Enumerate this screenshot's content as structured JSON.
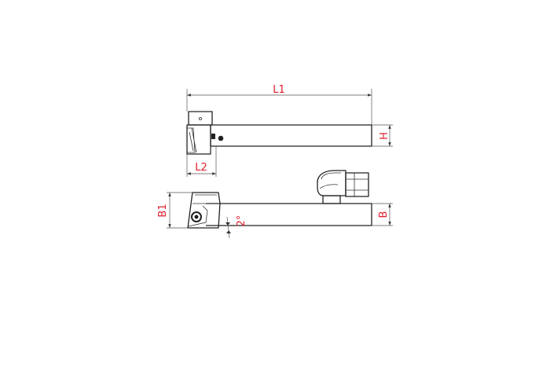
{
  "labels": {
    "l1": "L1",
    "l2": "L2",
    "h": "H",
    "b": "B",
    "b1": "B1",
    "angle": "2°"
  },
  "colors": {
    "dimension_text": "#e01e2a",
    "outline": "#222222",
    "dimension_line": "#555555"
  }
}
